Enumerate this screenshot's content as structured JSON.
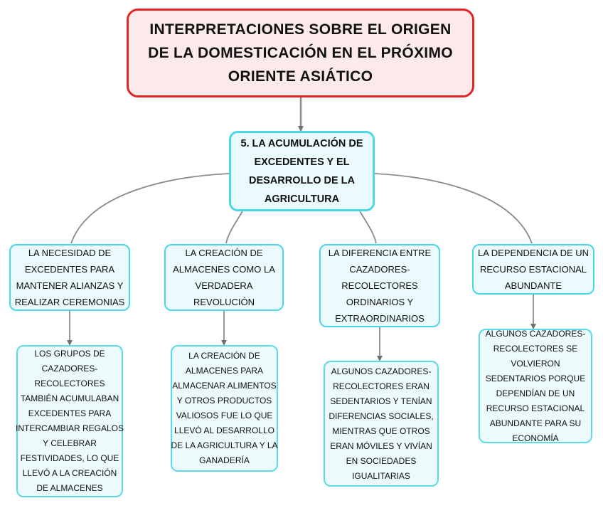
{
  "diagram": {
    "title": "INTERPRETACIONES SOBRE EL ORIGEN\nDE LA DOMESTICACIÓN EN EL PRÓXIMO\nORIENTE ASIÁTICO",
    "central": "5. LA ACUMULACIÓN DE\nEXCEDENTES Y EL\nDESARROLLO DE LA\nAGRICULTURA",
    "branches": [
      {
        "header": "LA NECESIDAD DE\nEXCEDENTES PARA\nMANTENER ALIANZAS Y\nREALIZAR CEREMONIAS",
        "detail": "LOS GRUPOS DE\nCAZADORES-\nRECOLECTORES\nTAMBIÉN ACUMULABAN\nEXCEDENTES PARA\nINTERCAMBIAR REGALOS\nY CELEBRAR\nFESTIVIDADES, LO QUE\nLLEVÓ A LA CREACIÓN\nDE ALMACENES"
      },
      {
        "header": "LA CREACIÓN DE\nALMACENES COMO LA\nVERDADERA\nREVOLUCIÓN",
        "detail": "LA CREACIÓN DE\nALMACENES PARA\nALMACENAR ALIMENTOS\nY OTROS PRODUCTOS\nVALIOSOS FUE LO QUE\nLLEVÓ AL DESARROLLO\nDE LA AGRICULTURA Y LA\nGANADERÍA"
      },
      {
        "header": "LA DIFERENCIA ENTRE\nCAZADORES-\nRECOLECTORES\nORDINARIOS Y\nEXTRAORDINARIOS",
        "detail": "ALGUNOS CAZADORES-\nRECOLECTORES ERAN\nSEDENTARIOS Y TENÍAN\nDIFERENCIAS SOCIALES,\nMIENTRAS QUE OTROS\nERAN MÓVILES Y VIVÍAN\nEN SOCIEDADES\nIGUALITARIAS"
      },
      {
        "header": "LA DEPENDENCIA DE UN\nRECURSO ESTACIONAL\nABUNDANTE",
        "detail": "ALGUNOS CAZADORES-\nRECOLECTORES SE\nVOLVIERON\nSEDENTARIOS PORQUE\nDEPENDÍAN DE UN\nRECURSO ESTACIONAL\nABUNDANTE PARA SU\nECONOMÍA"
      }
    ],
    "colors": {
      "title_border": "#e12626",
      "title_fill": "#fce9ea",
      "node_border": "#4cd7e8",
      "node_fill": "#ebfafc",
      "connector": "#8a8a8a",
      "text": "#111111",
      "background": "#ffffff"
    }
  }
}
